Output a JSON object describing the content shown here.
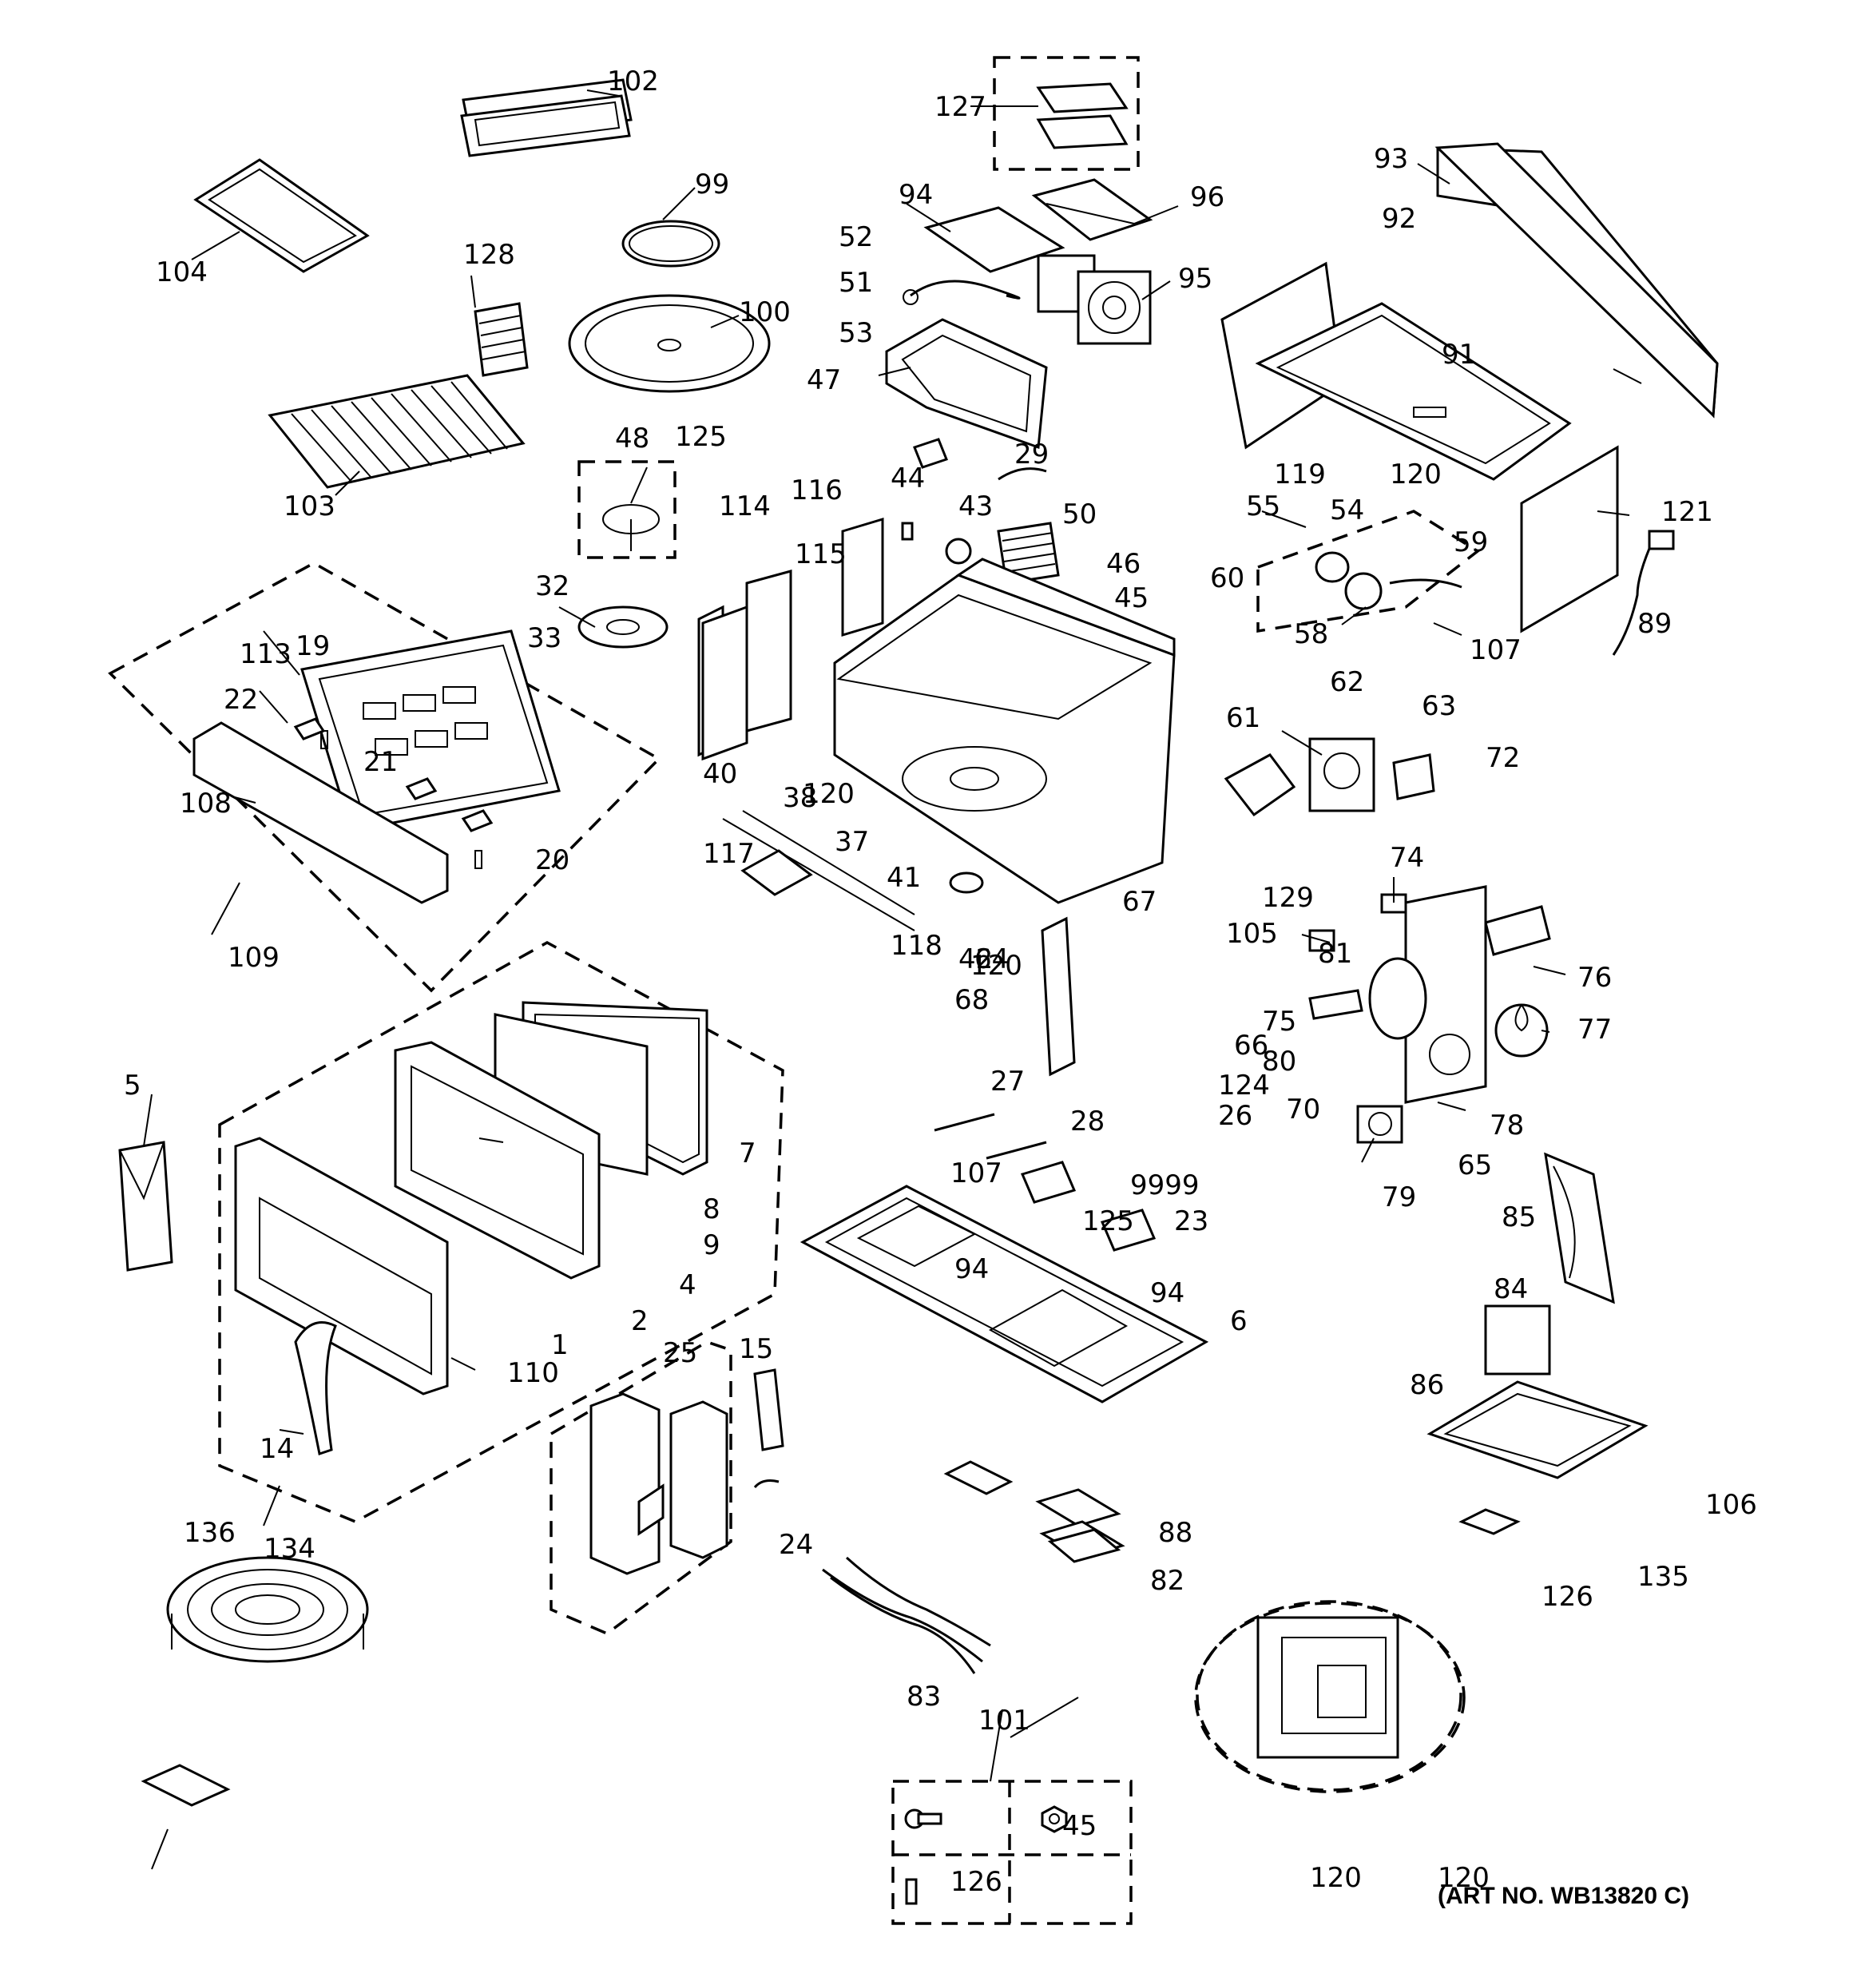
{
  "diagram": {
    "art_number": "(ART NO. WB13820 C)",
    "labels": [
      "102",
      "99",
      "104",
      "128",
      "100",
      "103",
      "127",
      "94",
      "96",
      "52",
      "51",
      "53",
      "47",
      "95",
      "93",
      "92",
      "91",
      "119",
      "120",
      "121",
      "89",
      "55",
      "54",
      "60",
      "59",
      "58",
      "107",
      "125",
      "114",
      "116",
      "115",
      "48",
      "29",
      "44",
      "43",
      "50",
      "46",
      "45",
      "32",
      "33",
      "19",
      "113",
      "22",
      "21",
      "108",
      "20",
      "109",
      "40",
      "38",
      "37",
      "117",
      "41",
      "118",
      "42",
      "64",
      "61",
      "62",
      "63",
      "72",
      "74",
      "129",
      "81",
      "76",
      "75",
      "80",
      "77",
      "70",
      "78",
      "79",
      "65",
      "67",
      "105",
      "68",
      "66",
      "26",
      "124",
      "27",
      "28",
      "23",
      "9999",
      "6",
      "5",
      "7",
      "8",
      "9",
      "4",
      "2",
      "1",
      "110",
      "14",
      "134",
      "15",
      "25",
      "24",
      "88",
      "82",
      "83",
      "85",
      "84",
      "86",
      "106",
      "126",
      "135",
      "136",
      "101"
    ]
  }
}
